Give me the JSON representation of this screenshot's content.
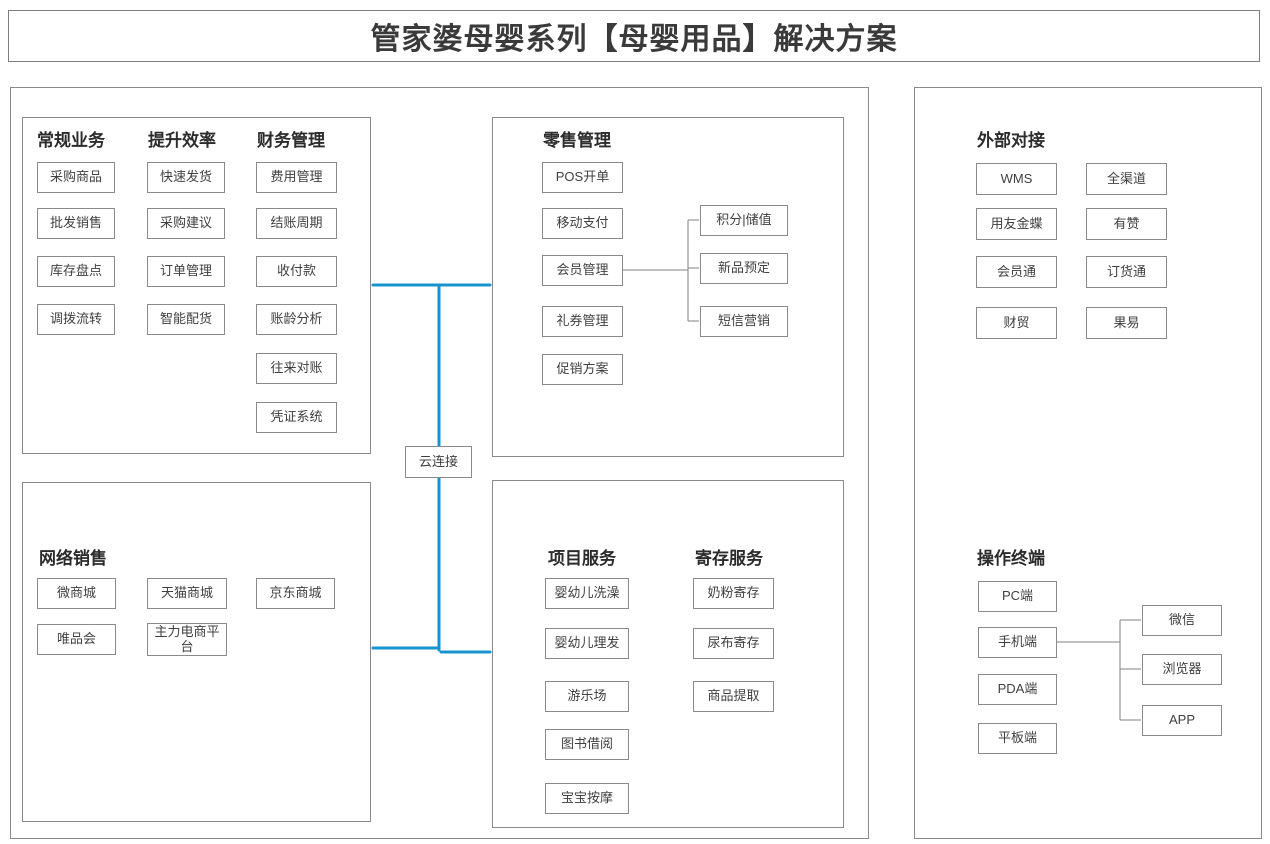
{
  "title": "管家婆母婴系列【母婴用品】解决方案",
  "colors": {
    "connector_blue": "#1793ce",
    "box_border": "#8a8a8a"
  },
  "cloud": {
    "label": "云连接"
  },
  "left_panel": {
    "business": {
      "title": "常规业务",
      "items": [
        "采购商品",
        "批发销售",
        "库存盘点",
        "调拨流转"
      ]
    },
    "efficiency": {
      "title": "提升效率",
      "items": [
        "快速发货",
        "采购建议",
        "订单管理",
        "智能配货"
      ]
    },
    "finance": {
      "title": "财务管理",
      "items": [
        "费用管理",
        "结账周期",
        "收付款",
        "账龄分析",
        "往来对账",
        "凭证系统"
      ]
    },
    "retail": {
      "title": "零售管理",
      "items": [
        "POS开单",
        "移动支付",
        "会员管理",
        "礼券管理",
        "促销方案"
      ],
      "member_sub": [
        "积分|储值",
        "新品预定",
        "短信营销"
      ]
    },
    "online_sales": {
      "title": "网络销售",
      "items": [
        "微商城",
        "天猫商城",
        "京东商城",
        "唯品会",
        "主力电商平台"
      ]
    },
    "project_services": {
      "title": "项目服务",
      "items": [
        "婴幼儿洗澡",
        "婴幼儿理发",
        "游乐场",
        "图书借阅",
        "宝宝按摩"
      ]
    },
    "deposit_services": {
      "title": "寄存服务",
      "items": [
        "奶粉寄存",
        "尿布寄存",
        "商品提取"
      ]
    }
  },
  "right_panel": {
    "external": {
      "title": "外部对接",
      "items": [
        "WMS",
        "全渠道",
        "用友金蝶",
        "有赞",
        "会员通",
        "订货通",
        "财贸",
        "果易"
      ]
    },
    "terminals": {
      "title": "操作终端",
      "items": [
        "PC端",
        "手机端",
        "PDA端",
        "平板端"
      ],
      "phone_sub": [
        "微信",
        "浏览器",
        "APP"
      ]
    }
  }
}
